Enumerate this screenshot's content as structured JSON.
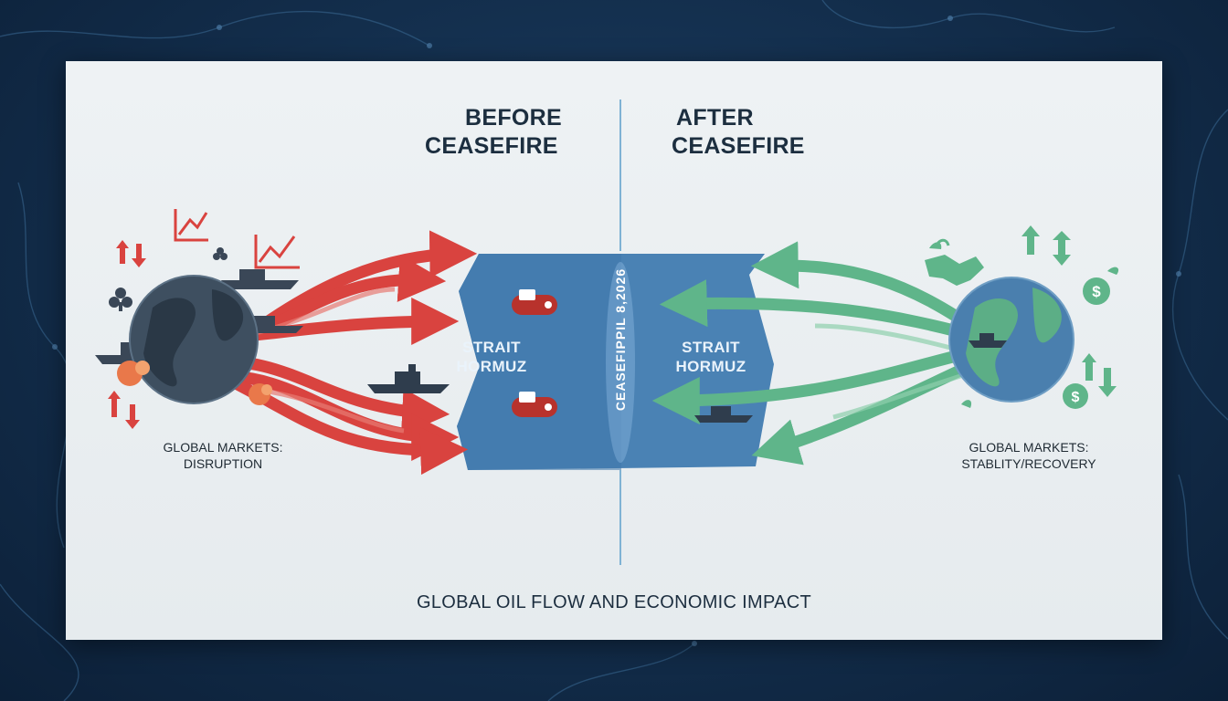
{
  "headings": {
    "before_line1": "BEFORE",
    "before_line2": "CEASEFIRE",
    "after_line1": "AFTER",
    "after_line2": "CEASEFIRE"
  },
  "strait": {
    "left_line1": "STRAIT",
    "left_line2": "HORMUZ",
    "right_line1": "STRAIT",
    "right_line2": "HORMUZ",
    "vertical_label": "CEASEFIPPIL 8,2026"
  },
  "markets": {
    "left_line1": "GLOBAL MARKETS:",
    "left_line2": "DISRUPTION",
    "right_line1": "GLOBAL MARKETS:",
    "right_line2": "STABLITY/RECOVERY"
  },
  "caption": "GLOBAL OIL FLOW AND ECONOMIC IMPACT",
  "icons": {
    "left": [
      "globe-icon",
      "ship-icon",
      "explosion-icon",
      "chart-up-icon",
      "arrows-up-down-icon",
      "club-icon"
    ],
    "right": [
      "globe-icon",
      "handshake-icon",
      "dollar-icon",
      "arrows-up-down-icon",
      "leaf-icon",
      "ship-icon"
    ]
  },
  "colors": {
    "disruption_red": "#d9433f",
    "recovery_green": "#5fb58a",
    "strait_blue": "#4a82b4",
    "divider_blue": "#7fb2d4",
    "text_dark": "#1c2e3f",
    "background": "#14304f",
    "panel": "#eaeef1"
  }
}
